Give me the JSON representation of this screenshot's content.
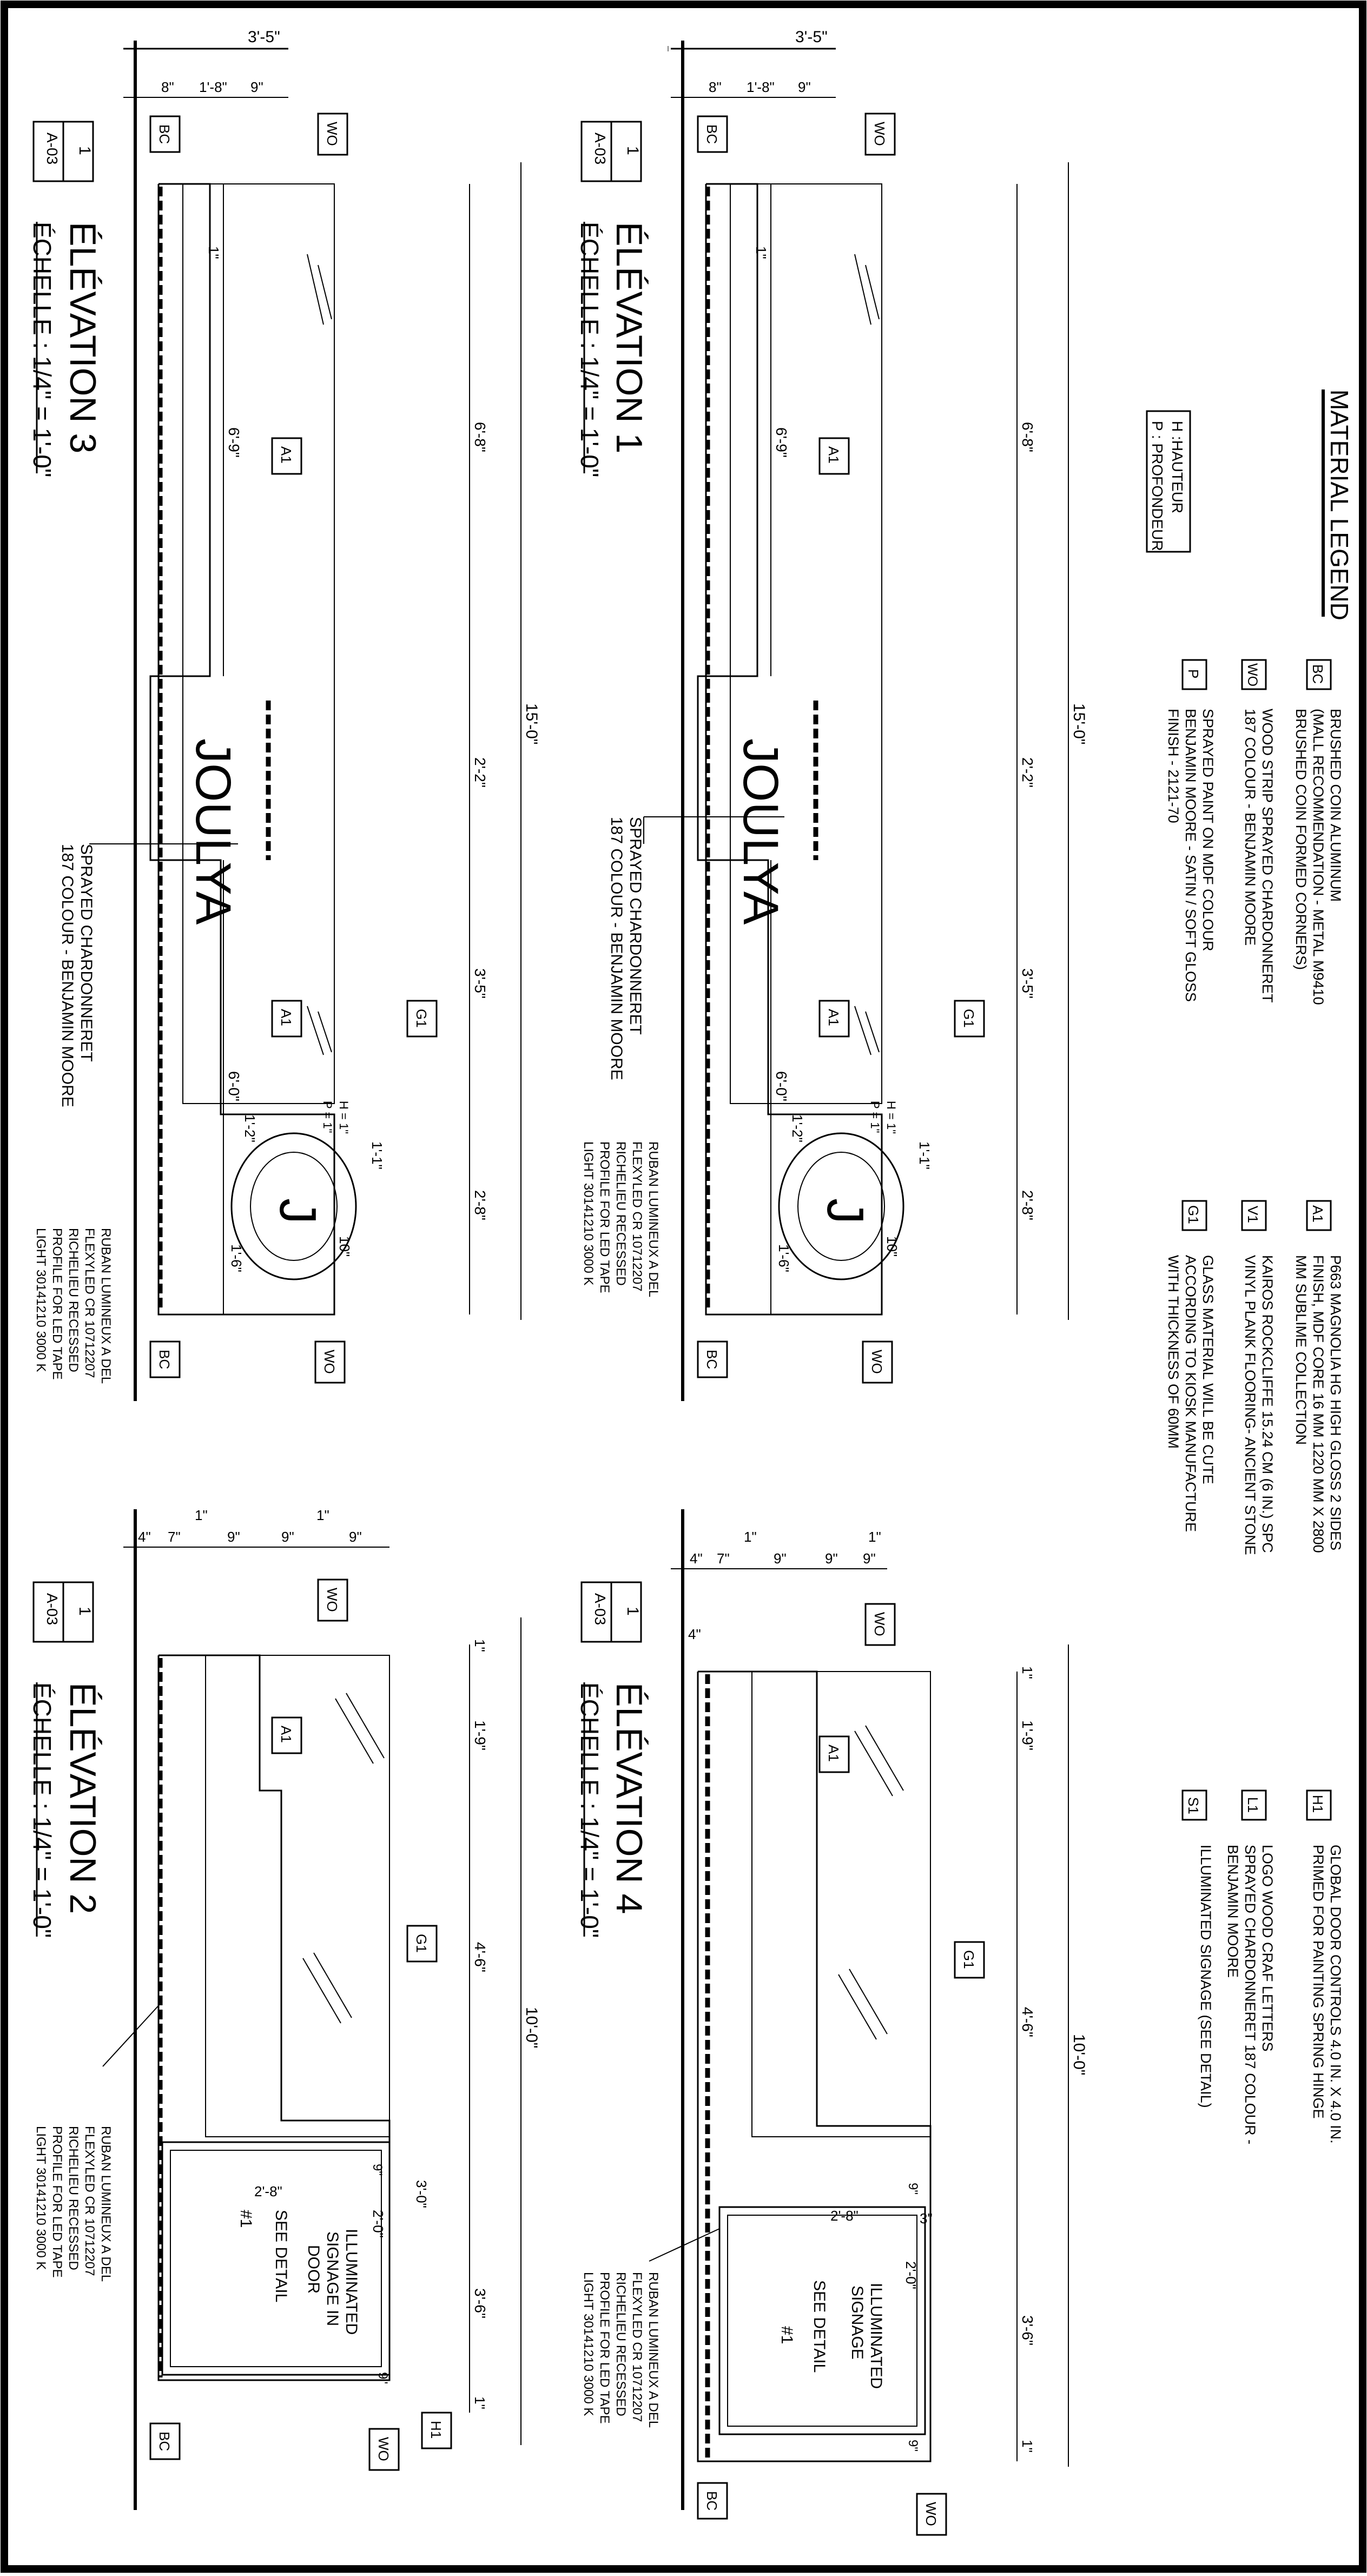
{
  "legend": {
    "title": "MATERIAL LEGEND",
    "abbrev": [
      "H :HAUTEUR",
      "P : PROFONDEUR"
    ],
    "items": [
      {
        "code": "BC",
        "lines": [
          "BRUSHED COIN ALUMINUM",
          "(MALL RECOMMENDATION - METAL M9410",
          "BRUSHED COIN FORMED CORNERS)"
        ]
      },
      {
        "code": "WO",
        "lines": [
          "WOOD STRIP SPRAYED CHARDONNERET",
          "187 COLOUR - BENJAMIN MOORE"
        ]
      },
      {
        "code": "P",
        "lines": [
          "SPRAYED PAINT ON MDF COLOUR",
          "BENJAMIN MOORE - SATIN / SOFT GLOSS",
          "FINISH - 2121-70"
        ]
      },
      {
        "code": "A1",
        "lines": [
          "P663 MAGNOLIA HG HIGH GLOSS 2 SIDES",
          "FINISH, MDF CORE 16 MM 1220 MM X 2800",
          "MM SUBLIME COLLECTION"
        ]
      },
      {
        "code": "V1",
        "lines": [
          "KAIROS ROCKCLIFFE 15.24 CM (6 IN.) SPC",
          "VINYL PLANK FLOORING- ANCIENT STONE"
        ]
      },
      {
        "code": "G1",
        "lines": [
          "GLASS MATERIAL WILL BE CUTE",
          "ACCORDING TO KIOSK MANUFACTURE",
          "WITH THICKNESS OF 60MM"
        ]
      },
      {
        "code": "H1",
        "lines": [
          "GLOBAL DOOR CONTROLS 4.0 IN. X 4.0 IN.",
          "PRIMED FOR PAINTING SPRING HINGE"
        ]
      },
      {
        "code": "L1",
        "lines": [
          "LOGO WOOD CRAF LETTERS",
          "SPRAYED CHARDONNERET 187 COLOUR -",
          "BENJAMIN MOORE"
        ]
      },
      {
        "code": "S1",
        "lines": [
          "ILLUMINATED SIGNAGE (SEE DETAIL)"
        ]
      }
    ]
  },
  "views": [
    {
      "id": "elev1",
      "title": "ÉLÉVATION 1",
      "scale": "ÉCHELLE : 1/4\" = 1'-0\"",
      "ref_num": "1",
      "ref_sheet": "A-03",
      "overall_w": "3'-5\"",
      "top_dims": [
        "8\"",
        "1'-8\"",
        "9\""
      ],
      "total_len": "15'-0\"",
      "segments": [
        "6'-8\"",
        "2'-2\"",
        "3'-5\"",
        "2'-8\""
      ],
      "inner_dims": [
        "6'-9\"",
        "6'-0\""
      ],
      "small_dim": "1\"",
      "logo_text": "JOULYA",
      "logo_note": [
        "SPRAYED CHARDONNERET",
        "187 COLOUR - BENJAMIN MOORE"
      ],
      "led_note": [
        "RUBAN LUMINEUX A DEL",
        "FLEXYLED CR 10712207",
        "RICHELIEU RECESSED",
        "PROFILE FOR LED TAPE",
        "LIGHT 30141210 3000 K"
      ],
      "tags": [
        "BC",
        "WO",
        "A1",
        "A1",
        "G1",
        "WO",
        "BC"
      ],
      "oval_dims": [
        "1'-1\"",
        "10\"",
        "1'-2\"",
        "1'-6\"",
        "H = 1\"",
        "P = 1\""
      ]
    },
    {
      "id": "elev3",
      "title": "ÉLÉVATION 3",
      "scale": "ÉCHELLE : 1/4\" = 1'-0\"",
      "ref_num": "1",
      "ref_sheet": "A-03",
      "overall_w": "3'-5\"",
      "top_dims": [
        "8\"",
        "1'-8\"",
        "9\""
      ],
      "total_len": "15'-0\"",
      "segments": [
        "6'-8\"",
        "2'-2\"",
        "3'-5\"",
        "2'-8\""
      ],
      "inner_dims": [
        "6'-9\"",
        "6'-0\""
      ],
      "small_dim": "1\"",
      "logo_text": "JOULYA",
      "logo_note": [
        "SPRAYED CHARDONNERET",
        "187 COLOUR - BENJAMIN MOORE"
      ],
      "led_note": [
        "RUBAN LUMINEUX A DEL",
        "FLEXYLED CR 10712207",
        "RICHELIEU RECESSED",
        "PROFILE FOR LED TAPE",
        "LIGHT 30141210 3000 K"
      ],
      "tags": [
        "BC",
        "WO",
        "A1",
        "A1",
        "G1",
        "WO",
        "BC"
      ],
      "oval_dims": [
        "1'-1\"",
        "10\"",
        "1'-2\"",
        "1'-6\"",
        "H = 1\"",
        "P = 1\""
      ]
    },
    {
      "id": "elev4",
      "title": "ÉLÉVATION 4",
      "scale": "ÉCHELLE : 1/4\" = 1'-0\"",
      "ref_num": "1",
      "ref_sheet": "A-03",
      "top_dims": [
        "4\"",
        "7\"",
        "9\"",
        "9\"",
        "9\""
      ],
      "top_dims_b": [
        "1\"",
        "1\""
      ],
      "total_len": "10'-0\"",
      "segments": [
        "1\"",
        "1'-9\"",
        "4'-6\"",
        "3'-6\"",
        "1\""
      ],
      "side_dim": "4\"",
      "sign_dims": [
        "2'-8\"",
        "2'-0\"",
        "3\"",
        "9\"",
        "9\""
      ],
      "sign_text": [
        "ILLUMINATED",
        "SIGNAGE",
        "SEE DETAIL",
        "#1"
      ],
      "led_note": [
        "RUBAN LUMINEUX A DEL",
        "FLEXYLED CR 10712207",
        "RICHELIEU RECESSED",
        "PROFILE FOR LED TAPE",
        "LIGHT 30141210 3000 K"
      ],
      "tags": [
        "WO",
        "A1",
        "G1",
        "BC",
        "WO"
      ]
    },
    {
      "id": "elev2",
      "title": "ÉLÉVATION 2",
      "scale": "ÉCHELLE : 1/4\" = 1'-0\"",
      "ref_num": "1",
      "ref_sheet": "A-03",
      "top_dims": [
        "4\"",
        "7\"",
        "9\"",
        "9\"",
        "9\""
      ],
      "top_dims_b": [
        "1\"",
        "1\""
      ],
      "total_len": "10'-0\"",
      "segments": [
        "1\"",
        "1'-9\"",
        "4'-6\"",
        "3'-6\"",
        "1\""
      ],
      "side_dim": "3'-0\"",
      "sign_dims": [
        "2'-8\"",
        "2'-0\"",
        "9\"",
        "9\""
      ],
      "sign_text": [
        "ILLUMINATED",
        "SIGNAGE IN",
        "DOOR",
        "SEE DETAIL",
        "#1"
      ],
      "led_note": [
        "RUBAN LUMINEUX A DEL",
        "FLEXYLED CR 10712207",
        "RICHELIEU RECESSED",
        "PROFILE FOR LED TAPE",
        "LIGHT 30141210 3000 K"
      ],
      "tags": [
        "WO",
        "A1",
        "G1",
        "BC",
        "WO",
        "H1"
      ]
    }
  ]
}
